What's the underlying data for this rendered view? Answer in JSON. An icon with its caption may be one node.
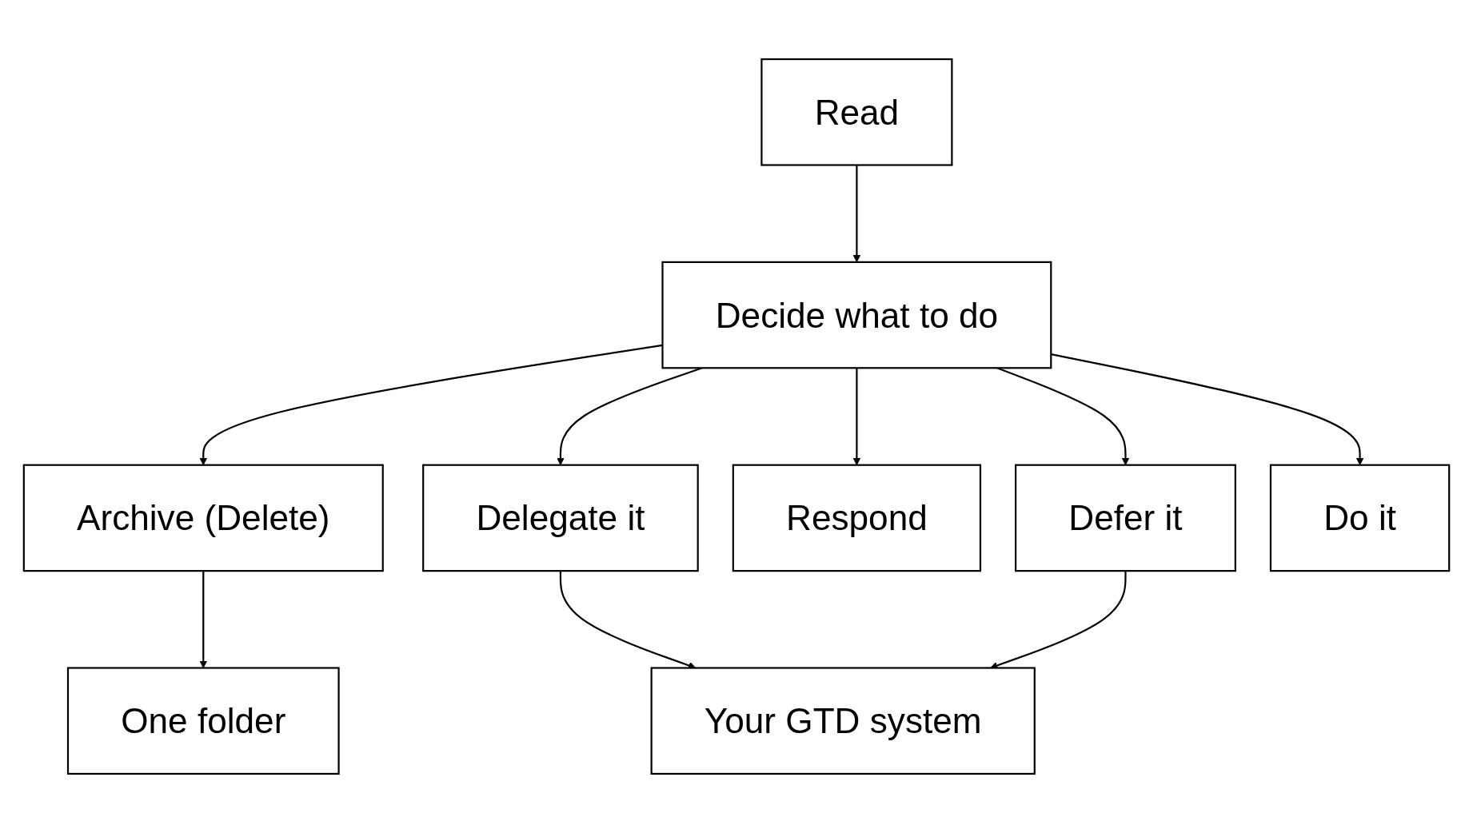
{
  "diagram": {
    "nodes": [
      {
        "text": [
          "Read"
        ]
      },
      {
        "text": [
          "Decide what to do"
        ]
      },
      {
        "text": [
          "Archive (Delete)"
        ]
      },
      {
        "text": [
          "Delegate it"
        ]
      },
      {
        "text": [
          "Respond"
        ]
      },
      {
        "text": [
          "Defer it"
        ]
      },
      {
        "text": [
          "Do it"
        ]
      },
      {
        "text": [
          "One folder"
        ]
      },
      {
        "text": [
          "Your GTD system"
        ]
      }
    ],
    "edges": [
      {
        "from": 0,
        "to": 1,
        "arrow": "to"
      },
      {
        "from": 1,
        "to": 2,
        "arrow": "to"
      },
      {
        "from": 1,
        "to": 3,
        "arrow": "to"
      },
      {
        "from": 1,
        "to": 4,
        "arrow": "to"
      },
      {
        "from": 1,
        "to": 5,
        "arrow": "to"
      },
      {
        "from": 1,
        "to": 6,
        "arrow": "to"
      },
      {
        "from": 2,
        "to": 7,
        "arrow": "to"
      },
      {
        "from": 3,
        "to": 8,
        "arrow": "to"
      },
      {
        "from": 5,
        "to": 8,
        "arrow": "to"
      }
    ]
  }
}
